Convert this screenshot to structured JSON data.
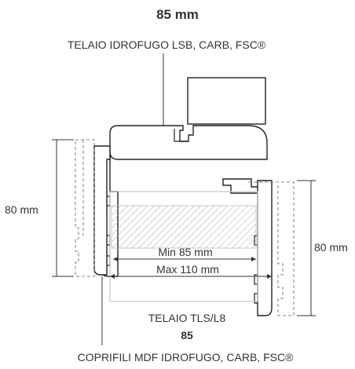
{
  "diagram": {
    "title": "85 mm",
    "frame_label": "TELAIO IDROFUGO LSB, CARB, FSC®",
    "left_dimension": "80 mm",
    "right_dimension": "80 mm",
    "min_dimension": "Min 85 mm",
    "max_dimension": "Max 110 mm",
    "frame_model": "TELAIO TLS/L8",
    "frame_model_size": "85",
    "trim_label": "COPRIFILI MDF IDROFUGO, CARB, FSC®"
  },
  "colors": {
    "outline": "#222222",
    "dashed": "#888888",
    "hatch": "#9a9a9a",
    "text": "#333333",
    "light_line": "#bbbbbb"
  }
}
